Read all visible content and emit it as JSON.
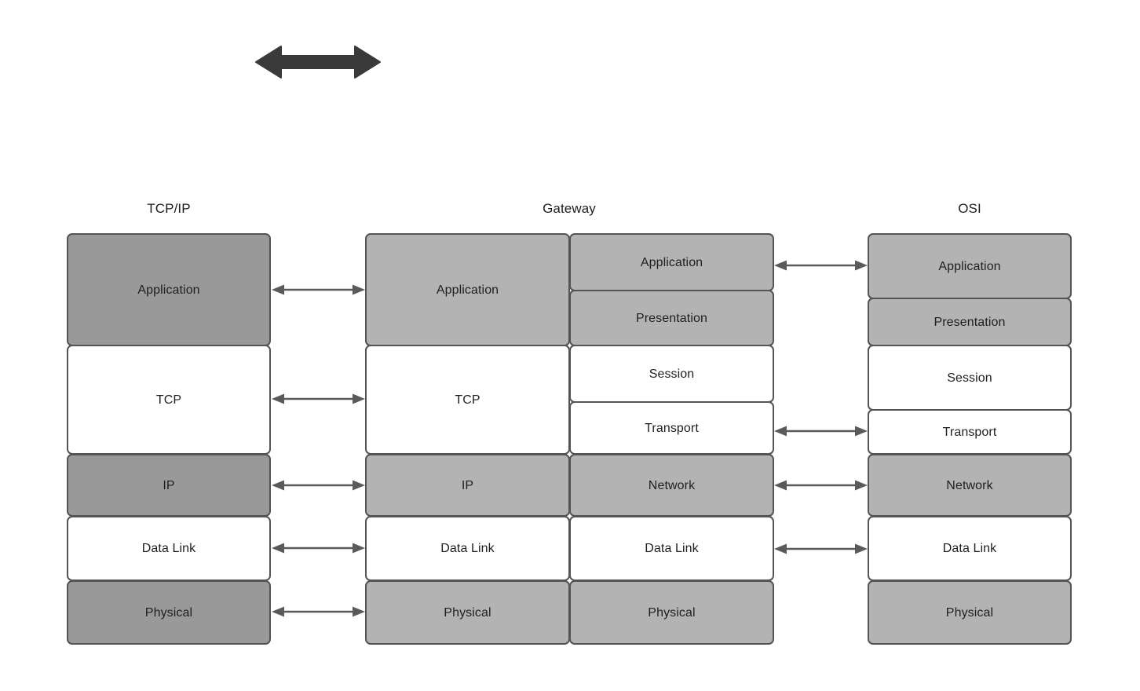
{
  "diagram": {
    "title_top_arrow": "bidirectional-arrow",
    "colors": {
      "box_border": "#545454",
      "fill_dark_gray": "#999999",
      "fill_mid_gray": "#b3b3b3",
      "fill_white": "#ffffff",
      "arrow_dark": "#3a3a3a",
      "connector_gray": "#5a5a5a",
      "text": "#1f1f1f",
      "background": "#ffffff"
    },
    "columns": [
      {
        "key": "tcpip",
        "header": "TCP/IP",
        "layers": [
          {
            "label": "Application",
            "fill": "dark"
          },
          {
            "label": "TCP",
            "fill": "white"
          },
          {
            "label": "IP",
            "fill": "dark"
          },
          {
            "label": "Data Link",
            "fill": "white"
          },
          {
            "label": "Physical",
            "fill": "dark"
          }
        ]
      },
      {
        "key": "gateway",
        "header": "Gateway",
        "left_layers": [
          {
            "label": "Application",
            "fill": "mid"
          },
          {
            "label": "TCP",
            "fill": "white"
          },
          {
            "label": "IP",
            "fill": "mid"
          },
          {
            "label": "Data Link",
            "fill": "white"
          },
          {
            "label": "Physical",
            "fill": "mid"
          }
        ],
        "right_layers": [
          {
            "label": "Application",
            "fill": "mid"
          },
          {
            "label": "Presentation",
            "fill": "mid"
          },
          {
            "label": "Session",
            "fill": "white"
          },
          {
            "label": "Transport",
            "fill": "white"
          },
          {
            "label": "Network",
            "fill": "mid"
          },
          {
            "label": "Data Link",
            "fill": "white"
          },
          {
            "label": "Physical",
            "fill": "mid"
          }
        ]
      },
      {
        "key": "osi",
        "header": "OSI",
        "layers": [
          {
            "label": "Application",
            "fill": "mid"
          },
          {
            "label": "Presentation",
            "fill": "mid"
          },
          {
            "label": "Session",
            "fill": "white"
          },
          {
            "label": "Transport",
            "fill": "white"
          },
          {
            "label": "Network",
            "fill": "mid"
          },
          {
            "label": "Data Link",
            "fill": "white"
          },
          {
            "label": "Physical",
            "fill": "mid"
          }
        ]
      }
    ],
    "left_connectors": [
      {
        "from": "Application",
        "to": "Application"
      },
      {
        "from": "TCP",
        "to": "TCP"
      },
      {
        "from": "IP",
        "to": "IP"
      },
      {
        "from": "Data Link",
        "to": "Data Link"
      },
      {
        "from": "Physical",
        "to": "Physical"
      }
    ],
    "right_connectors": [
      {
        "from": "Application",
        "to": "Application"
      },
      {
        "from": "Transport",
        "to": "Transport"
      },
      {
        "from": "Network",
        "to": "Network"
      },
      {
        "from": "Data Link",
        "to": "Data Link"
      }
    ]
  }
}
